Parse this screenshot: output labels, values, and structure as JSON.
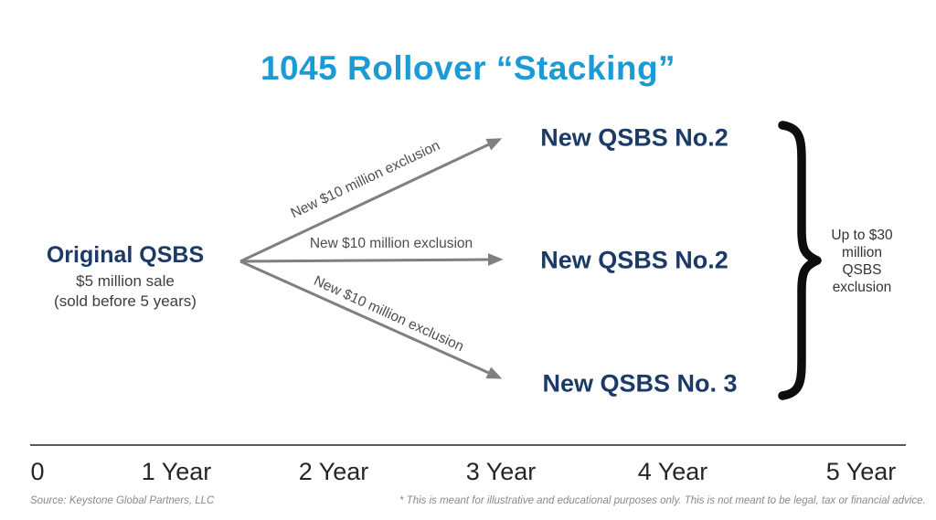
{
  "title": "1045 Rollover “Stacking”",
  "origin": {
    "label": "Original QSBS",
    "detail_line1": "$5 million sale",
    "detail_line2": "(sold before 5 years)"
  },
  "branches": [
    {
      "arrow_label": "New $10 million exclusion",
      "target": "New QSBS No.2"
    },
    {
      "arrow_label": "New $10 million exclusion",
      "target": "New QSBS No.2"
    },
    {
      "arrow_label": "New $10 million exclusion",
      "target": "New QSBS No. 3"
    }
  ],
  "summary": {
    "text": "Up to $30 million QSBS exclusion"
  },
  "timeline": {
    "ticks": [
      "0",
      "1 Year",
      "2 Year",
      "3 Year",
      "4 Year",
      "5 Year"
    ]
  },
  "footer": {
    "source": "Source: Keystone Global Partners, LLC",
    "disclaimer": "* This is meant for illustrative and educational purposes only.  This is not meant to be legal, tax or financial advice."
  },
  "colors": {
    "title_blue": "#1c9ad6",
    "navy": "#1b3a67",
    "arrow_gray": "#7f7f7f",
    "brace_black": "#0d0d0d"
  }
}
